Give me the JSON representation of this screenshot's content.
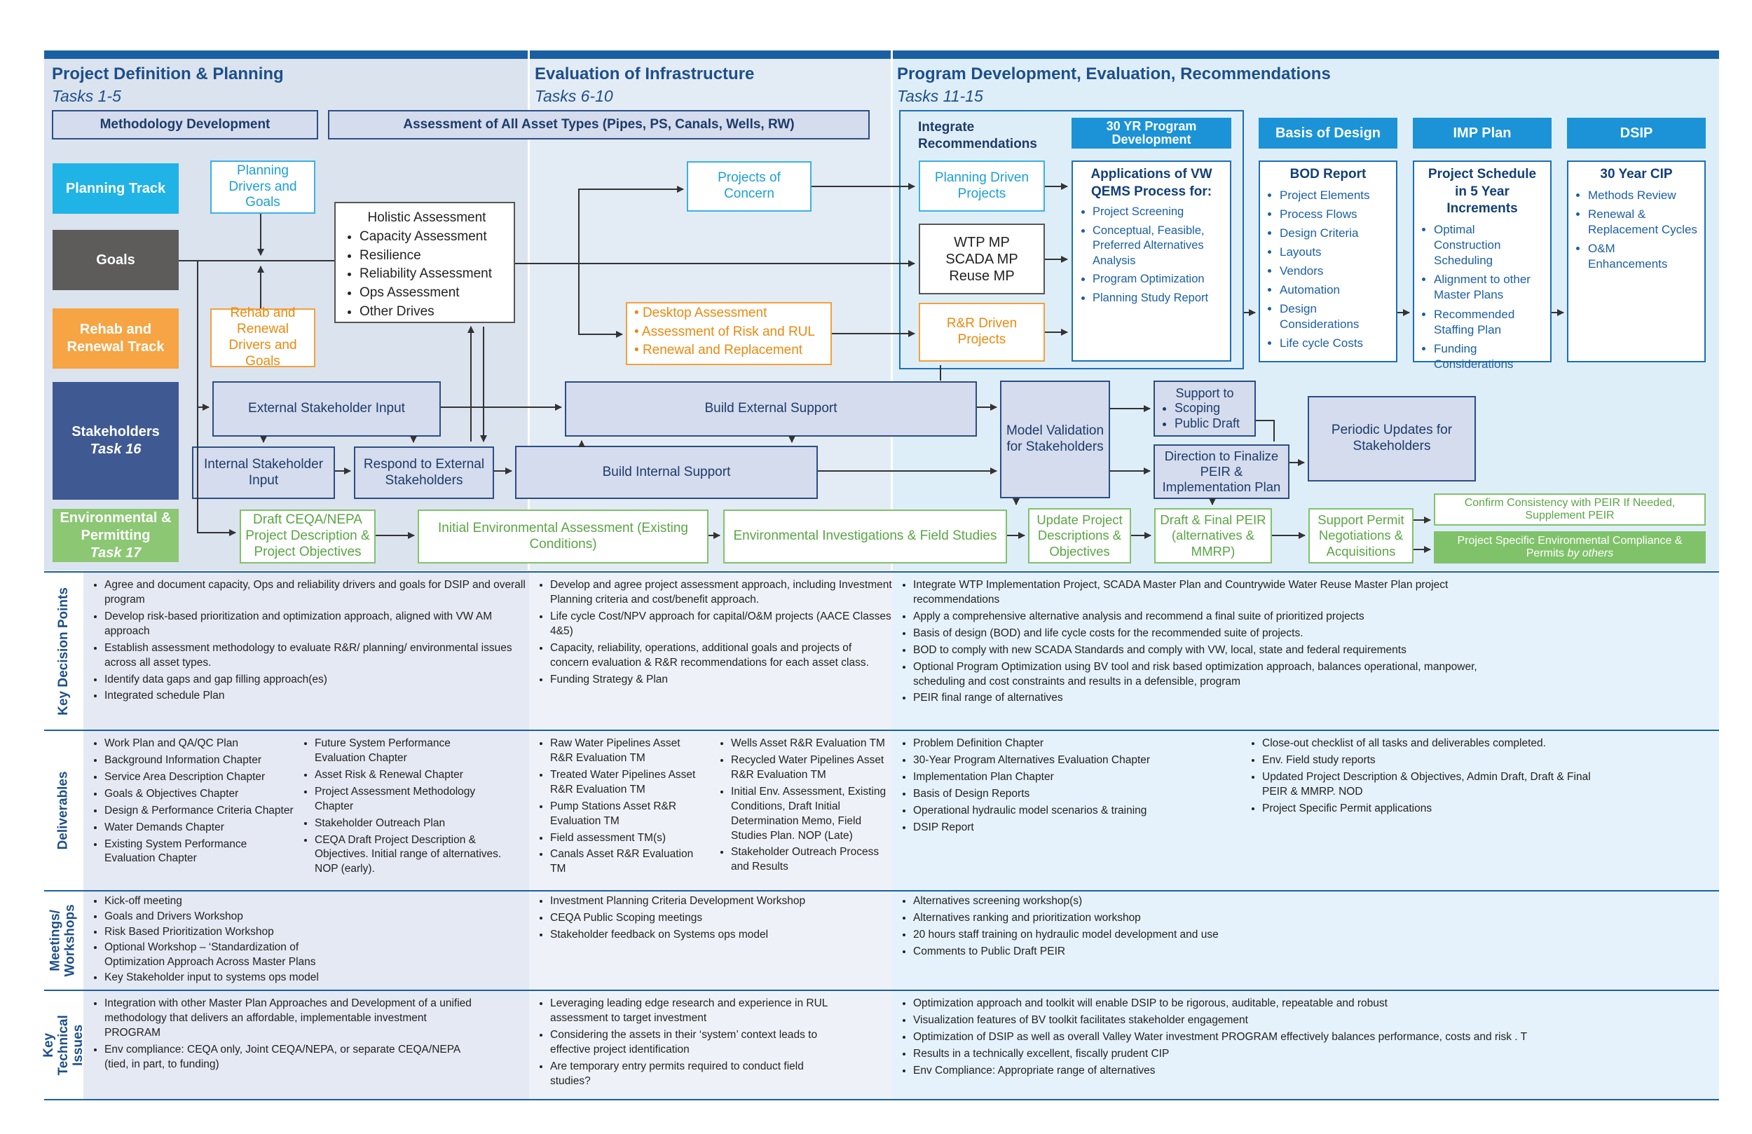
{
  "phases": [
    {
      "title": "Project Definition & Planning",
      "tasks": "Tasks 1-5"
    },
    {
      "title": "Evaluation of Infrastructure",
      "tasks": "Tasks 6-10"
    },
    {
      "title": "Program Development, Evaluation, Recommendations",
      "tasks": "Tasks 11-15"
    }
  ],
  "tracks": {
    "planning": "Planning Track",
    "goals": "Goals",
    "rehab": "Rehab and Renewal Track",
    "stakeholders": "Stakeholders",
    "stakeholders_task": "Task 16",
    "environmental": "Environmental & Permitting",
    "environmental_task": "Task 17"
  },
  "boxes": {
    "methodology": "Methodology Development",
    "assessment_all": "Assessment of All Asset Types (Pipes, PS, Canals, Wells, RW)",
    "planning_drivers": "Planning Drivers and Goals",
    "rehab_drivers": "Rehab and Renewal Drivers and Goals",
    "holistic_title": "Holistic Assessment",
    "holistic_items": [
      "Capacity Assessment",
      "Resilience",
      "Reliability Assessment",
      "Ops Assessment",
      "Other Drives"
    ],
    "projects_of_concern": "Projects of Concern",
    "desktop_items": [
      "Desktop Assessment",
      "Assessment of Risk and RUL",
      "Renewal and Replacement"
    ],
    "external_input": "External Stakeholder Input",
    "internal_input": "Internal Stakeholder Input",
    "respond_external": "Respond to External Stakeholders",
    "build_external": "Build External Support",
    "build_internal": "Build Internal Support",
    "model_validation": "Model Validation for Stakeholders",
    "support_to_title": "Support to",
    "support_to_items": [
      "Scoping",
      "Public Draft"
    ],
    "direction_finalize": "Direction to Finalize PEIR & Implementation Plan",
    "periodic_updates": "Periodic Updates for Stakeholders",
    "integrate_recs": "Integrate Recommendations",
    "program_30yr": "30 YR Program Development",
    "planning_driven": "Planning Driven Projects",
    "wtp_mp": "WTP MP SCADA MP Reuse MP",
    "rr_driven": "R&R Driven Projects",
    "qems_title": "Applications of VW QEMS Process for:",
    "qems_items": [
      "Project Screening",
      "Conceptual, Feasible, Preferred Alternatives Analysis",
      "Program Optimization",
      "Planning Study Report"
    ],
    "basis_design": "Basis of Design",
    "imp_plan": "IMP Plan",
    "dsip": "DSIP",
    "bod_title": "BOD Report",
    "bod_items": [
      "Project Elements",
      "Process Flows",
      "Design Criteria",
      "Layouts",
      "Vendors",
      "Automation",
      "Design Considerations",
      "Life cycle Costs"
    ],
    "schedule_title": "Project Schedule in 5 Year Increments",
    "schedule_items": [
      "Optimal Construction Scheduling",
      "Alignment to other Master Plans",
      "Recommended Staffing Plan",
      "Funding Considerations"
    ],
    "cip_title": "30 Year CIP",
    "cip_items": [
      "Methods Review",
      "Renewal & Replacement Cycles",
      "O&M Enhancements"
    ],
    "draft_ceqa": "Draft CEQA/NEPA Project Description & Project Objectives",
    "initial_env": "Initial Environmental Assessment (Existing Conditions)",
    "env_investigations": "Environmental Investigations & Field Studies",
    "update_project": "Update Project Descriptions & Objectives",
    "draft_final_peir": "Draft & Final PEIR (alternatives & MMRP)",
    "support_permit": "Support Permit Negotiations & Acquisitions",
    "confirm_consistency": "Confirm Consistency with PEIR If Needed, Supplement PEIR",
    "project_specific": "Project Specific Environmental Compliance & Permits",
    "project_specific_by": "by others"
  },
  "bands": [
    {
      "label": "Key Decision Points",
      "col1": [
        "Agree and document capacity, Ops and reliability drivers and goals for DSIP and overall program",
        "Develop risk-based prioritization and optimization approach, aligned with VW AM approach",
        "Establish assessment methodology to evaluate R&R/ planning/ environmental issues across all asset types.",
        "Identify data gaps and gap filling approach(es)",
        "Integrated schedule Plan"
      ],
      "col2": [
        "Develop and agree project assessment approach, including Investment Planning criteria and cost/benefit approach.",
        "Life cycle Cost/NPV approach for capital/O&M projects (AACE Classes 4&5)",
        "Capacity, reliability, operations, additional goals and projects of concern evaluation & R&R recommendations for each asset class.",
        "Funding Strategy & Plan"
      ],
      "col3": [
        "Integrate WTP Implementation Project, SCADA Master Plan and Countrywide Water Reuse Master Plan project recommendations",
        "Apply a comprehensive  alternative analysis and recommend a final suite of prioritized projects",
        "Basis of design (BOD) and life cycle costs for the recommended suite of projects.",
        "BOD to comply with new SCADA Standards and  comply with VW, local, state and federal requirements",
        "Optional Program Optimization using BV tool and risk based optimization approach, balances operational, manpower, scheduling and cost constraints and results in a defensible, program",
        "PEIR final range of alternatives"
      ]
    },
    {
      "label": "Deliverables",
      "col1a": [
        "Work Plan and QA/QC Plan",
        "Background Information Chapter",
        "Service Area Description Chapter",
        "Goals & Objectives Chapter",
        "Design & Performance Criteria Chapter",
        "Water Demands Chapter",
        "Existing System Performance Evaluation Chapter"
      ],
      "col1b": [
        "Future System Performance Evaluation Chapter",
        "Asset Risk & Renewal Chapter",
        "Project Assessment Methodology Chapter",
        "Stakeholder Outreach Plan",
        "CEQA Draft Project Description & Objectives. Initial range of alternatives. NOP (early)."
      ],
      "col2a": [
        "Raw Water Pipelines Asset R&R Evaluation TM",
        "Treated Water Pipelines Asset R&R Evaluation TM",
        "Pump Stations Asset R&R Evaluation TM",
        "Field assessment TM(s)",
        "Canals Asset R&R Evaluation TM"
      ],
      "col2b": [
        "Wells Asset R&R Evaluation TM",
        "Recycled Water Pipelines Asset R&R Evaluation TM",
        "Initial Env. Assessment, Existing Conditions, Draft Initial Determination Memo, Field Studies Plan. NOP (Late)",
        "Stakeholder Outreach Process and Results"
      ],
      "col3a": [
        "Problem Definition Chapter",
        "30-Year Program Alternatives Evaluation Chapter",
        "Implementation Plan Chapter",
        "Basis of Design Reports",
        "Operational hydraulic model scenarios & training",
        "DSIP Report"
      ],
      "col3b": [
        "Close-out checklist of all tasks and deliverables completed.",
        "Env. Field study reports",
        "Updated Project Description & Objectives, Admin Draft, Draft & Final PEIR & MMRP. NOD",
        "Project Specific Permit applications"
      ]
    },
    {
      "label": "Meetings/ Workshops",
      "col1": [
        "Kick-off meeting",
        "Goals and Drivers Workshop",
        "Risk Based Prioritization Workshop",
        "Optional Workshop – ‘Standardization of Optimization Approach Across Master Plans",
        "Key Stakeholder input to systems ops model"
      ],
      "col2": [
        "Investment Planning Criteria Development Workshop",
        "CEQA Public Scoping meetings",
        "Stakeholder feedback on Systems ops model"
      ],
      "col3": [
        "Alternatives screening workshop(s)",
        "Alternatives ranking and prioritization workshop",
        "20 hours staff training on hydraulic model development and use",
        "Comments to Public Draft PEIR"
      ]
    },
    {
      "label": "Key Technical Issues",
      "col1": [
        "Integration with other Master Plan Approaches and Development of a unified methodology that delivers an affordable, implementable investment PROGRAM",
        "Env compliance: CEQA only, Joint CEQA/NEPA, or separate CEQA/NEPA (tied, in part, to funding)"
      ],
      "col2": [
        "Leveraging leading edge research and experience in RUL assessment to target investment",
        "Considering the assets in their ‘system’ context leads to effective project identification",
        "Are temporary entry permits required to conduct field studies?"
      ],
      "col3": [
        "Optimization approach and toolkit will enable DSIP to be rigorous, auditable, repeatable and robust",
        "Visualization features of BV toolkit facilitates stakeholder engagement",
        "Optimization of DSIP as well as overall Valley Water investment PROGRAM effectively balances performance, costs and risk . T",
        "Results in a technically excellent, fiscally prudent CIP",
        "Env Compliance: Appropriate range of alternatives"
      ]
    }
  ],
  "colors": {
    "navy": "#1d4f8a",
    "planning_track": "#1fb3e6",
    "goals_track": "#5e5c5b",
    "rehab_track": "#f6a444",
    "stakeholders_track": "#3f5a92",
    "environmental_track": "#8cc774",
    "header_blue": "#1b93d6"
  }
}
